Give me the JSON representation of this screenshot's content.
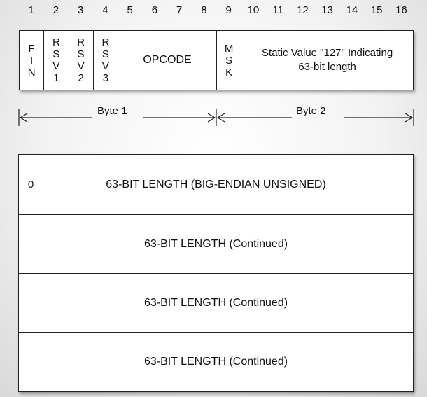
{
  "bit_numbers": [
    "1",
    "2",
    "3",
    "4",
    "5",
    "6",
    "7",
    "8",
    "9",
    "10",
    "11",
    "12",
    "13",
    "14",
    "15",
    "16"
  ],
  "header": {
    "fin": [
      "F",
      "I",
      "N"
    ],
    "rsv1": [
      "R",
      "S",
      "V",
      "1"
    ],
    "rsv2": [
      "R",
      "S",
      "V",
      "2"
    ],
    "rsv3": [
      "R",
      "S",
      "V",
      "3"
    ],
    "opcode": "OPCODE",
    "msk": [
      "M",
      "S",
      "K"
    ],
    "static_line1": "Static Value \"127\" Indicating",
    "static_line2": "63-bit length"
  },
  "bytes": {
    "byte1": "Byte 1",
    "byte2": "Byte 2"
  },
  "length_rows": {
    "zero": "0",
    "row1": "63-BIT LENGTH (BIG-ENDIAN UNSIGNED)",
    "row2": "63-BIT LENGTH (Continued)",
    "row3": "63-BIT LENGTH (Continued)",
    "row4": "63-BIT LENGTH (Continued)"
  }
}
